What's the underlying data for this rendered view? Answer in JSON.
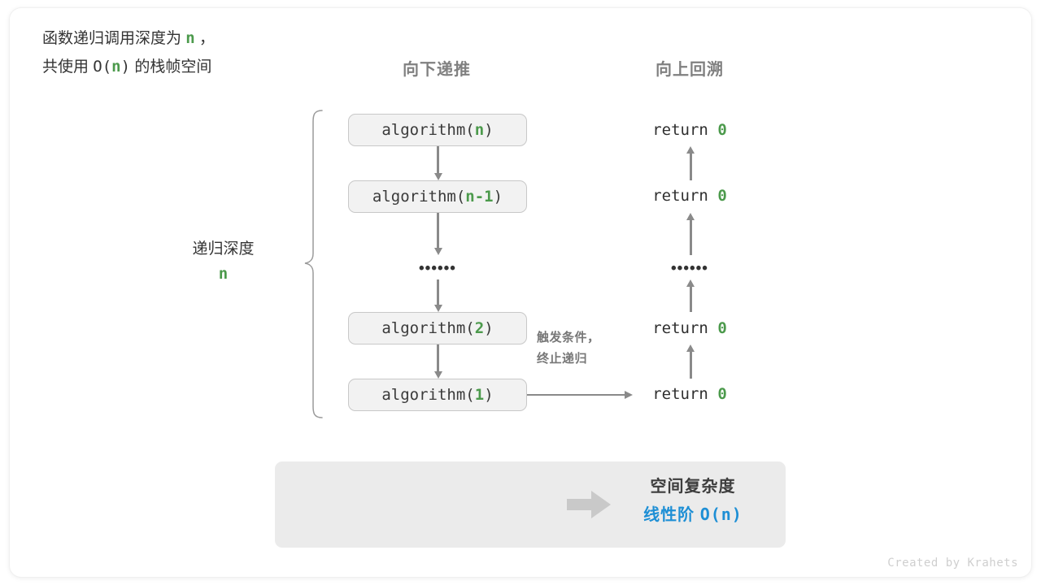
{
  "diagram": {
    "columns": {
      "down_header": "向下递推",
      "up_header": "向上回溯"
    },
    "depth": {
      "label": "递归深度",
      "value": "n"
    },
    "call_stack": [
      {
        "prefix": "algorithm(",
        "arg": "n",
        "suffix": ")"
      },
      {
        "prefix": "algorithm(",
        "arg": "n-1",
        "suffix": ")"
      },
      {
        "prefix": "algorithm(",
        "arg": "2",
        "suffix": ")"
      },
      {
        "prefix": "algorithm(",
        "arg": "1",
        "suffix": ")"
      }
    ],
    "returns": [
      {
        "text": "return ",
        "value": "0"
      },
      {
        "text": "return ",
        "value": "0"
      },
      {
        "text": "return ",
        "value": "0"
      },
      {
        "text": "return ",
        "value": "0"
      }
    ],
    "ellipsis": "••••••",
    "trigger_note_line1": "触发条件，",
    "trigger_note_line2": "终止递归"
  },
  "summary": {
    "line1_a": "函数递归调用深度为 ",
    "line1_n": "n",
    "line1_b": " ，",
    "line2_a": "共使用 ",
    "line2_mono_a": "O(",
    "line2_n": "n",
    "line2_mono_b": ")",
    "line2_b": " 的栈帧空间",
    "result_title": "空间复杂度",
    "result_value_label": "线性阶 ",
    "result_value_bigo": "O(n)"
  },
  "credit": "Created by Krahets",
  "colors": {
    "accent_green": "#4c9a4c",
    "accent_blue": "#1e8fd5",
    "arrow_gray": "#8a8a8a",
    "box_fill": "#f2f2f2",
    "box_border": "#c8c8c8",
    "panel_fill": "#ebebeb",
    "header_gray": "#808080"
  }
}
